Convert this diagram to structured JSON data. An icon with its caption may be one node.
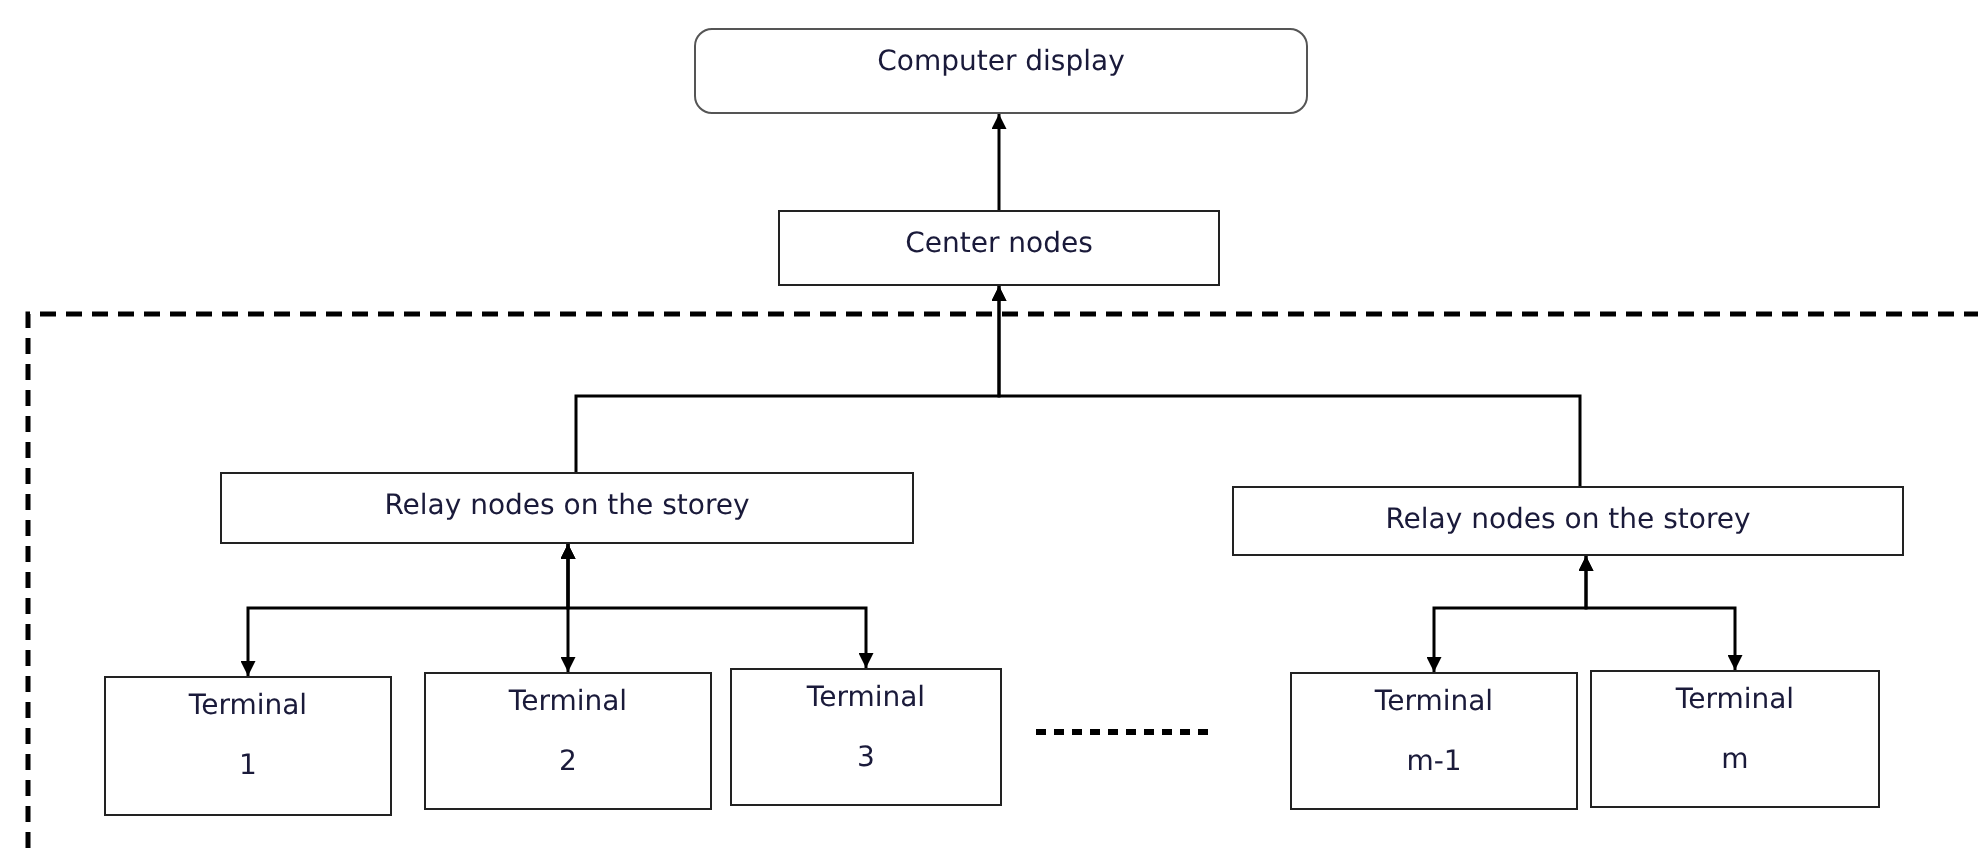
{
  "diagram": {
    "nodes": [
      {
        "text": [
          "Computer display"
        ]
      },
      {
        "text": [
          "Center nodes"
        ]
      },
      {
        "text": [
          "Relay nodes on the storey"
        ]
      },
      {
        "text": [
          "Relay nodes on the storey"
        ]
      },
      {
        "text": [
          "Terminal",
          "1"
        ]
      },
      {
        "text": [
          "Terminal",
          "2"
        ]
      },
      {
        "text": [
          "Terminal",
          "3"
        ]
      },
      {
        "text": [
          "Terminal",
          "m-1"
        ]
      },
      {
        "text": [
          "Terminal",
          "m"
        ]
      }
    ],
    "edges": [
      {
        "from": 1,
        "to": 0,
        "arrow": "to"
      },
      {
        "from": 2,
        "to": 1,
        "arrow": "to"
      },
      {
        "from": 3,
        "to": 1,
        "arrow": "to"
      },
      {
        "from": 2,
        "to": 4,
        "arrow": "both"
      },
      {
        "from": 2,
        "to": 5,
        "arrow": "both"
      },
      {
        "from": 2,
        "to": 6,
        "arrow": "both"
      },
      {
        "from": 3,
        "to": 7,
        "arrow": "both"
      },
      {
        "from": 3,
        "to": 8,
        "arrow": "both"
      }
    ]
  }
}
